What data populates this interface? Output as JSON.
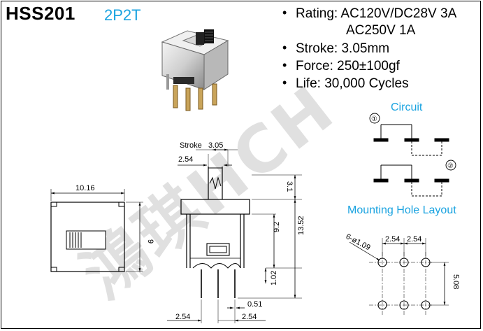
{
  "header": {
    "model": "HSS201",
    "type": "2P2T"
  },
  "specs": [
    {
      "bullet": "•",
      "text": "Rating: AC120V/DC28V 3A"
    },
    {
      "bullet": "",
      "text": "AC250V 1A"
    },
    {
      "bullet": "•",
      "text": "Stroke: 3.05mm"
    },
    {
      "bullet": "•",
      "text": "Force: 250±100gf"
    },
    {
      "bullet": "•",
      "text": "Life: 30,000 Cycles"
    }
  ],
  "circuit": {
    "title": "Circuit",
    "marker_1": "①",
    "marker_2": "②"
  },
  "mounting": {
    "title": "Mounting Hole Layout",
    "hole_label": "6-ø1.09",
    "pitch_1": "2.54",
    "pitch_2": "2.54",
    "row_pitch": "5.08"
  },
  "top_view": {
    "width": "10.16",
    "height": "9"
  },
  "side_view": {
    "stroke_label": "Stroke",
    "stroke_value": "3.05",
    "knob_width": "2.54",
    "actuator_height": "3.1",
    "body_height": "9.2",
    "total_height": "13.52",
    "pin_offset": "1.02",
    "pin_width": "0.51",
    "pitch_left": "2.54",
    "pitch_right": "2.54"
  },
  "watermark": "鴻琪HCH",
  "colors": {
    "accent": "#1aa3e0",
    "ink": "#000000",
    "watermark": "#c8c8c8"
  }
}
